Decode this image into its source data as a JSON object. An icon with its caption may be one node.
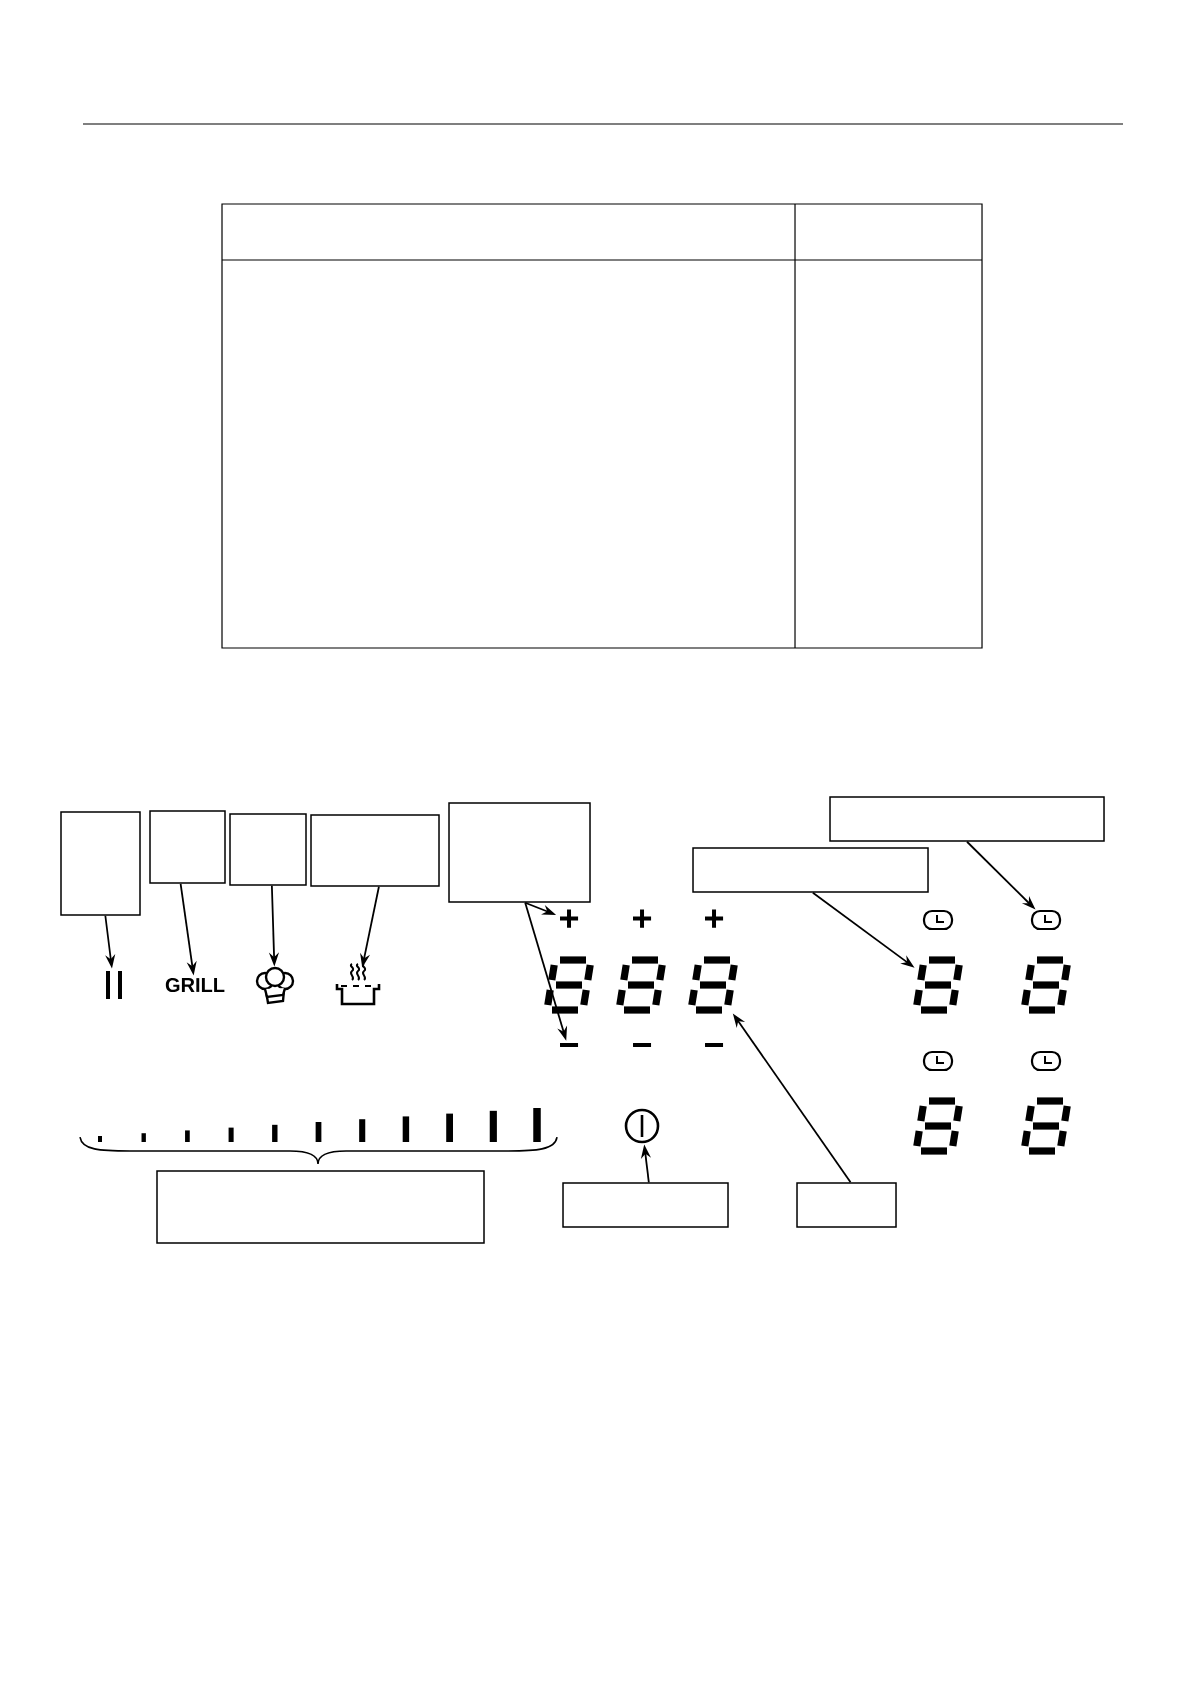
{
  "diagram": {
    "nodes": [
      {
        "text": [],
        "shape": "box"
      },
      {
        "text": [],
        "shape": "box"
      },
      {
        "text": [],
        "shape": "box"
      },
      {
        "text": [],
        "shape": "box"
      },
      {
        "text": [],
        "shape": "box"
      },
      {
        "text": [],
        "shape": "box"
      },
      {
        "text": [],
        "shape": "box"
      },
      {
        "text": [],
        "shape": "picture"
      },
      {
        "text": [
          "GRILL"
        ]
      },
      {
        "text": [],
        "shape": "picture"
      },
      {
        "text": [],
        "shape": "picture"
      },
      {
        "text": [
          "+"
        ]
      },
      {
        "text": [],
        "shape": "picture"
      },
      {
        "text": [],
        "shape": "picture"
      },
      {
        "text": [
          "−"
        ]
      },
      {
        "text": [],
        "shape": "picture"
      },
      {
        "text": [],
        "shape": "picture"
      },
      {
        "text": [],
        "shape": "box"
      },
      {
        "text": [],
        "shape": "box"
      },
      {
        "text": [],
        "shape": "box"
      }
    ],
    "edges": [
      {
        "from": 0,
        "to": 7,
        "arrow": "to"
      },
      {
        "from": 1,
        "to": 8,
        "arrow": "to"
      },
      {
        "from": 2,
        "to": 9,
        "arrow": "to"
      },
      {
        "from": 3,
        "to": 10,
        "arrow": "to"
      },
      {
        "from": 4,
        "to": 11,
        "arrow": "to"
      },
      {
        "from": 4,
        "to": 14,
        "arrow": "to"
      },
      {
        "from": 5,
        "to": 12,
        "arrow": "to"
      },
      {
        "from": 6,
        "to": 13,
        "arrow": "to"
      },
      {
        "from": 18,
        "to": 16,
        "arrow": "to"
      },
      {
        "from": 19,
        "to": 15,
        "arrow": "to"
      }
    ],
    "labels": [
      "+",
      "+",
      "−",
      "−"
    ]
  }
}
